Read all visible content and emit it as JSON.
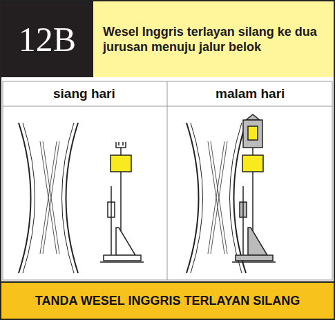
{
  "diagram": {
    "nodes": [
      {
        "text": [
          "12B"
        ]
      },
      {
        "text": [
          "Wesel Inggris terlayan silang ke dua jurusan menuju jalur belok"
        ]
      },
      {
        "text": [
          "TANDA WESEL INGGRIS TERLAYAN SILANG"
        ]
      }
    ],
    "labels": [
      "siang hari",
      "malam hari"
    ]
  }
}
